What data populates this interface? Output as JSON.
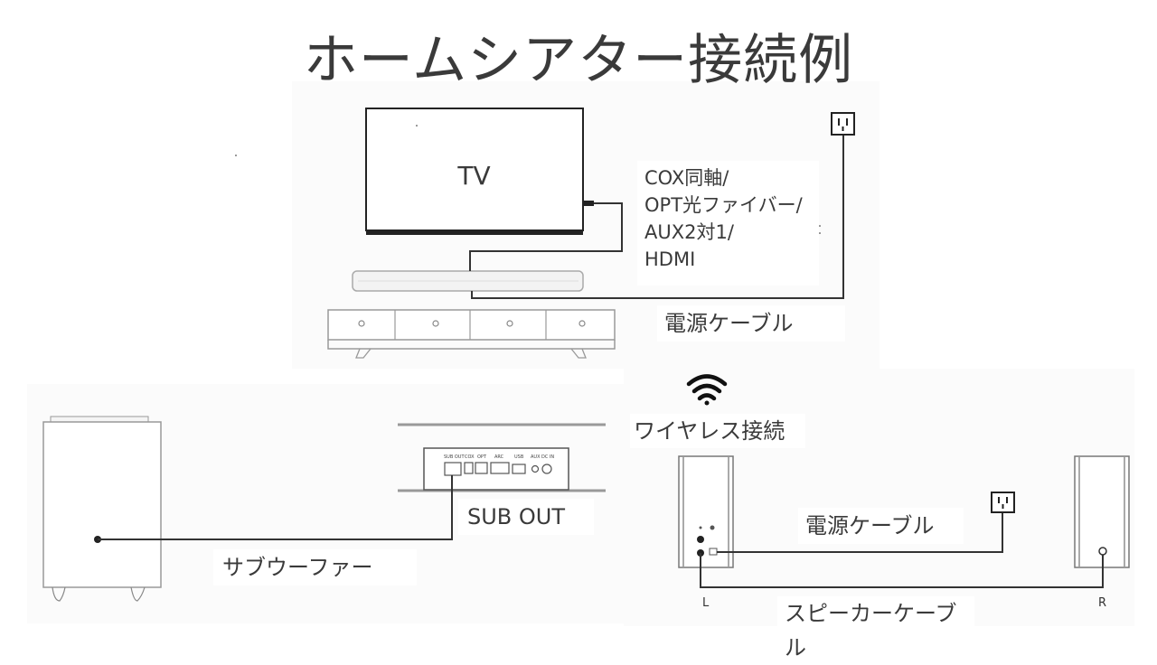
{
  "title": "ホームシアター接続例",
  "labels": {
    "tv": "TV",
    "connection_lines": [
      "COX同軸/",
      "OPT光ファイバー/",
      "AUX2対1/",
      "HDMI"
    ],
    "power_cable_top": "電源ケーブル",
    "wireless": "ワイヤレス接続",
    "sub_out": "SUB OUT",
    "subwoofer": "サブウーファー",
    "power_cable_bottom": "電源ケーブル",
    "speaker_cable": "スピーカーケーブル",
    "left": "L",
    "right": "R"
  },
  "port_labels": [
    "SUB OUT",
    "COX",
    "OPT",
    "ARC",
    "USB",
    "AUX",
    "DC IN"
  ],
  "icons": [
    "wifi-icon",
    "power-outlet-icon",
    "power-outlet-icon"
  ]
}
